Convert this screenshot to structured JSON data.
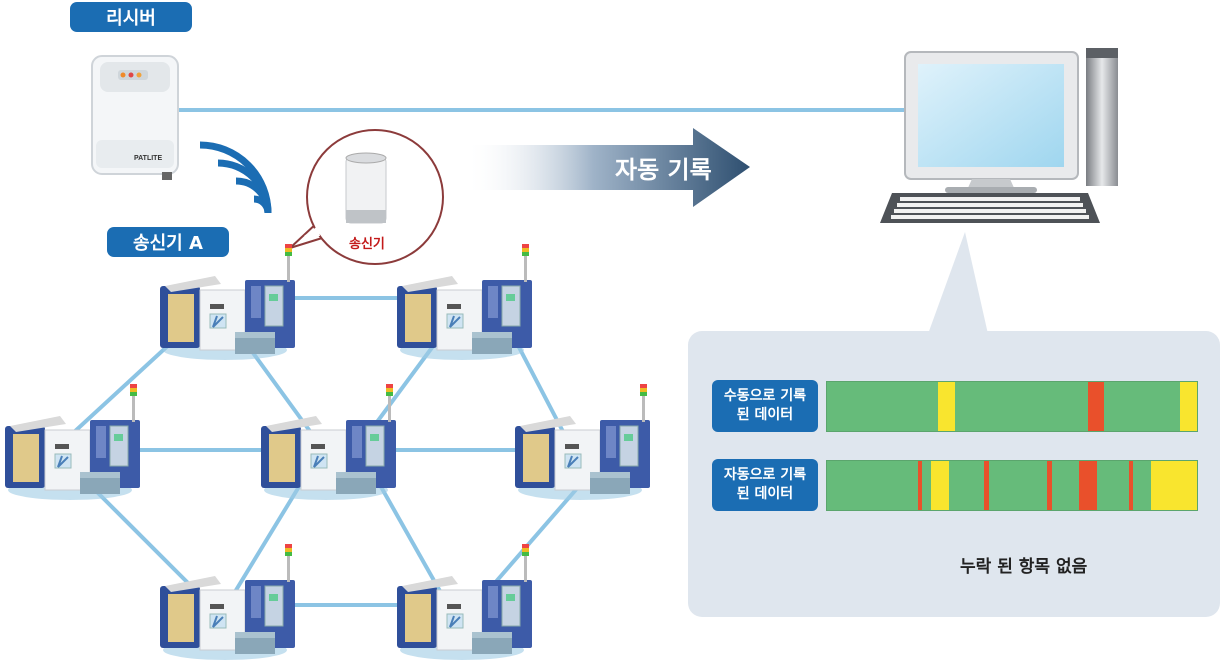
{
  "receiver": {
    "label": "리시버",
    "brand": "PATLITE"
  },
  "transmitter_a": {
    "label": "송신기 A"
  },
  "bubble": {
    "label": "송신기"
  },
  "arrow": {
    "label": "자동 기록"
  },
  "manual_row": {
    "line1": "수동으로 기록",
    "line2": "된 데이터",
    "segments": [
      {
        "start": 0.3,
        "end": 0.345,
        "color": "#f9e52e"
      },
      {
        "start": 0.705,
        "end": 0.75,
        "color": "#e9502b"
      },
      {
        "start": 0.955,
        "end": 1.0,
        "color": "#f9e52e"
      }
    ]
  },
  "auto_row": {
    "line1": "자동으로 기록",
    "line2": "된 데이터",
    "segments": [
      {
        "start": 0.245,
        "end": 0.258,
        "color": "#e9502b"
      },
      {
        "start": 0.282,
        "end": 0.33,
        "color": "#f9e52e"
      },
      {
        "start": 0.425,
        "end": 0.438,
        "color": "#e9502b"
      },
      {
        "start": 0.595,
        "end": 0.608,
        "color": "#e9502b"
      },
      {
        "start": 0.68,
        "end": 0.73,
        "color": "#e9502b"
      },
      {
        "start": 0.815,
        "end": 0.828,
        "color": "#e9502b"
      },
      {
        "start": 0.875,
        "end": 1.0,
        "color": "#f9e52e"
      }
    ]
  },
  "note": {
    "label": "누락 된 항목 없음"
  },
  "colors": {
    "label_blue": "#1b6db3",
    "bar_green": "#66bb7a",
    "link_line": "#8cc4e4",
    "panel_bg": "#dfe6ee",
    "arrow_dark": "#2e4f70"
  }
}
